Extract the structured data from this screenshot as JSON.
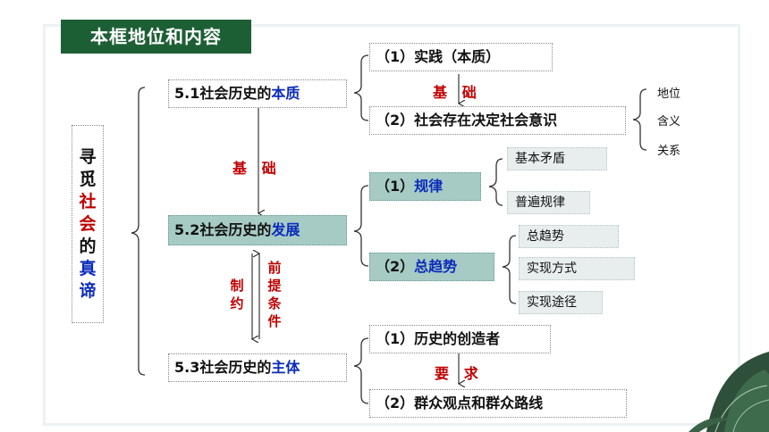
{
  "title": "本框地位和内容",
  "root": {
    "chars": [
      "寻",
      "觅",
      "社",
      "会",
      "的",
      "真",
      "谛"
    ]
  },
  "nodes": {
    "n1": {
      "prefix": "5.1社会历史的",
      "keyword": "本质"
    },
    "n2": {
      "prefix": "5.2社会历史的",
      "keyword": "发展"
    },
    "n3": {
      "prefix": "5.3社会历史的",
      "keyword": "主体"
    }
  },
  "sub": {
    "s1a": "（1）实践（本质）",
    "s1b": "（2）社会存在决定社会意识",
    "s2a_prefix": "（1）",
    "s2a_kw": "规律",
    "s2b_prefix": "（2）",
    "s2b_kw": "总趋势",
    "s3a": "（1）历史的创造者",
    "s3b": "（2）群众观点和群众路线"
  },
  "leaves": {
    "l1": "基本矛盾",
    "l2": "普遍规律",
    "l3": "总趋势",
    "l4": "实现方式",
    "l5": "实现途径"
  },
  "side_items": [
    "地位",
    "含义",
    "关系"
  ],
  "arrow_labels": {
    "basis_top": "基   础",
    "basis_mid": "基   础",
    "require": "要   求",
    "restrict": [
      "制",
      "约"
    ],
    "premise": [
      "前",
      "提",
      "条",
      "件"
    ]
  },
  "colors": {
    "title_bg": "#1d5f35",
    "keyword_blue": "#0b2bbb",
    "keyword_red": "#c00000",
    "teal_box": "#a6cbc4",
    "gray_box": "#e8eeee"
  }
}
